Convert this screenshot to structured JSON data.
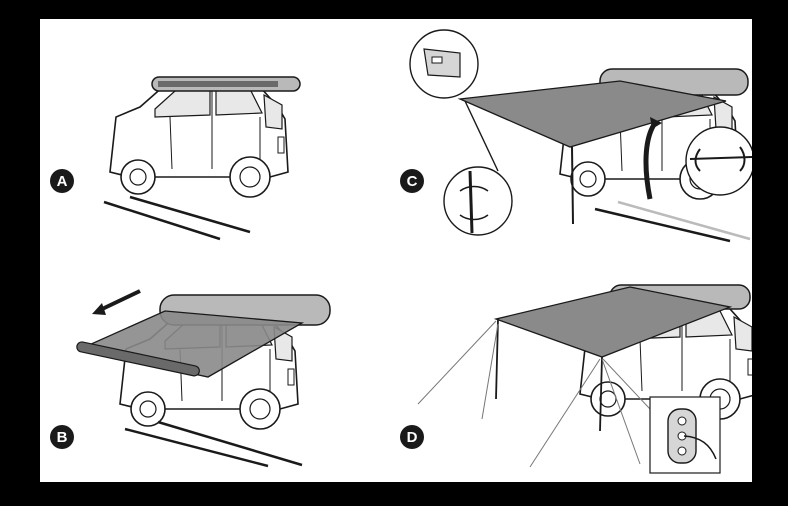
{
  "colors": {
    "background": "#000000",
    "panel": "#ffffff",
    "line": "#1a1a1a",
    "awning_fabric": "#8a8a8a",
    "awning_case": "#b9b9b9",
    "badge": "#1a1a1a"
  },
  "steps": [
    {
      "label": "A",
      "description_icon": "car-with-rolled-awning"
    },
    {
      "label": "B",
      "description_icon": "car-unrolling-awning-arrow"
    },
    {
      "label": "C",
      "description_icon": "car-awning-with-single-pole"
    },
    {
      "label": "D",
      "description_icon": "car-awning-fully-staked"
    }
  ]
}
